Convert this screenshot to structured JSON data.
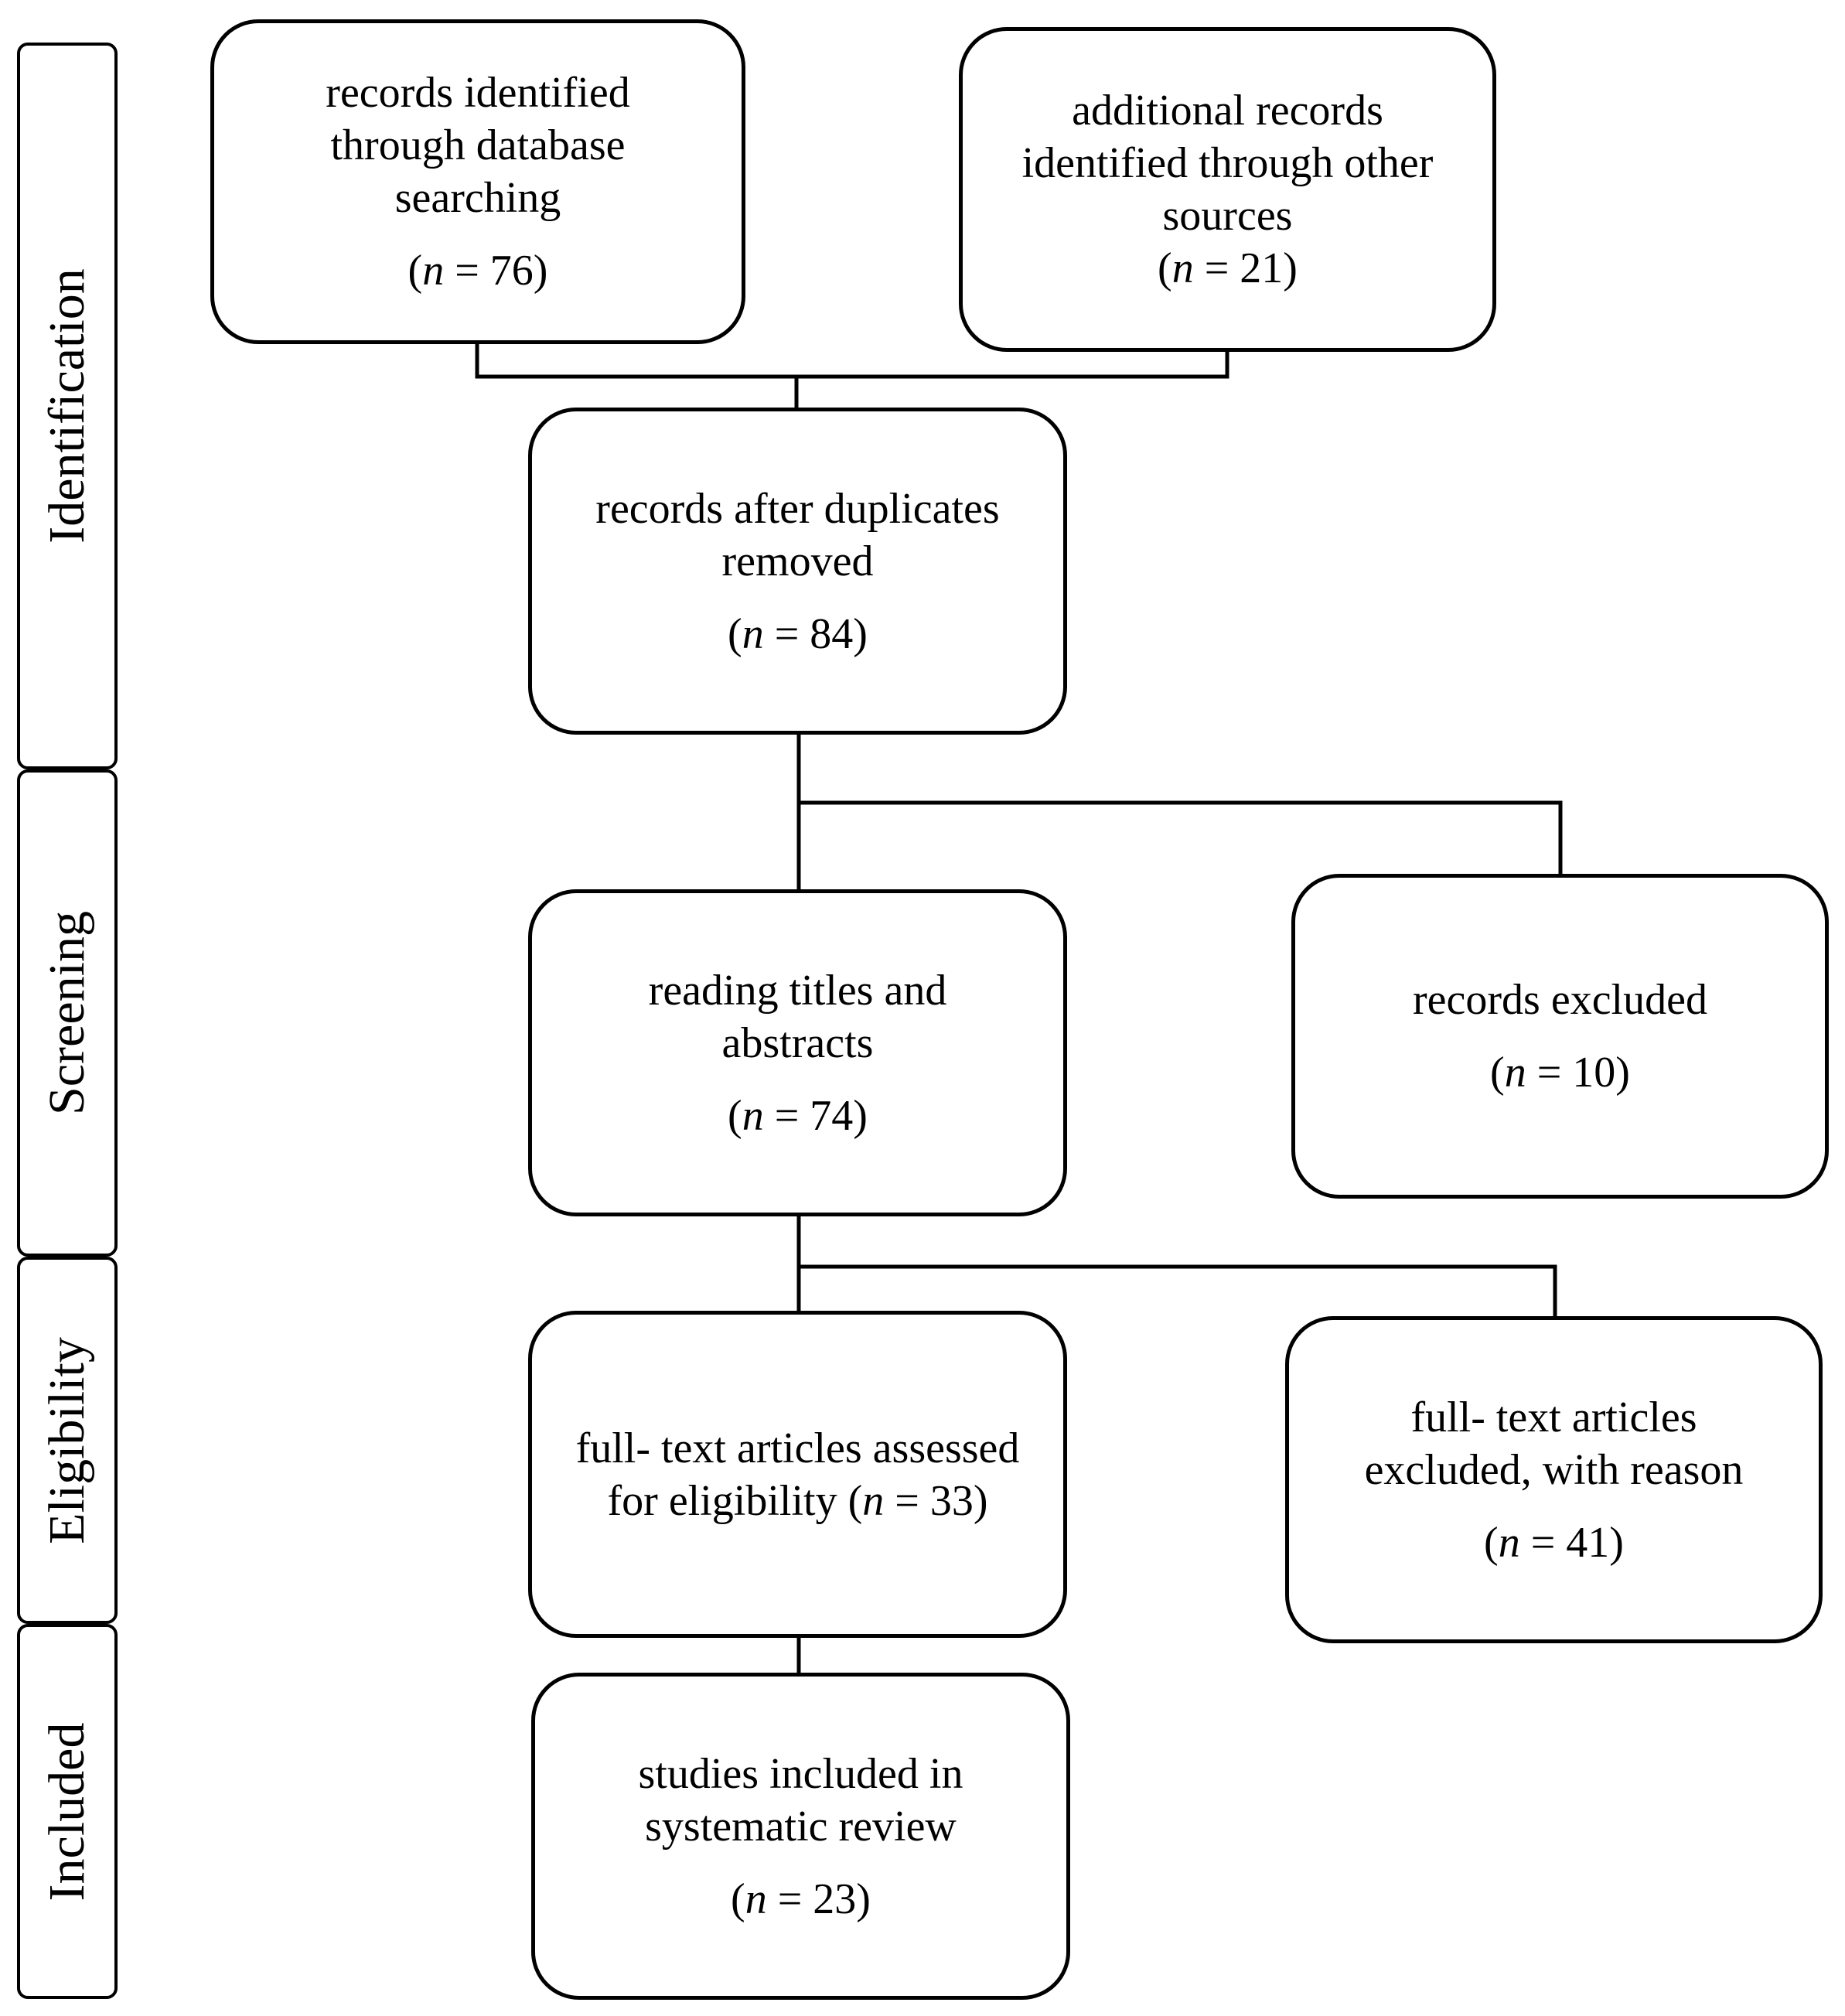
{
  "stages": [
    "Identification",
    "Screening",
    "Eligibility",
    "Included"
  ],
  "boxes": {
    "database": {
      "lines": [
        "records identified",
        "through database",
        "searching"
      ],
      "n": "76"
    },
    "other_sources": {
      "lines": [
        "additional records",
        "identified through other",
        "sources"
      ],
      "n": "21"
    },
    "after_duplicates": {
      "lines": [
        "records after duplicates",
        "removed"
      ],
      "n": "84"
    },
    "screening": {
      "lines": [
        "reading titles and",
        "abstracts"
      ],
      "n": "74"
    },
    "records_excluded": {
      "lines": [
        "records excluded"
      ],
      "n": "10"
    },
    "eligibility": {
      "lines": [
        "full- text articles assessed"
      ],
      "inline_prefix": "for eligibility",
      "n": "33"
    },
    "fulltext_excluded": {
      "lines": [
        "full- text articles",
        "excluded, with reason"
      ],
      "n": "41"
    },
    "included": {
      "lines": [
        "studies included in",
        "systematic review"
      ],
      "n": "23"
    }
  },
  "n_symbol": "n",
  "equals": "="
}
